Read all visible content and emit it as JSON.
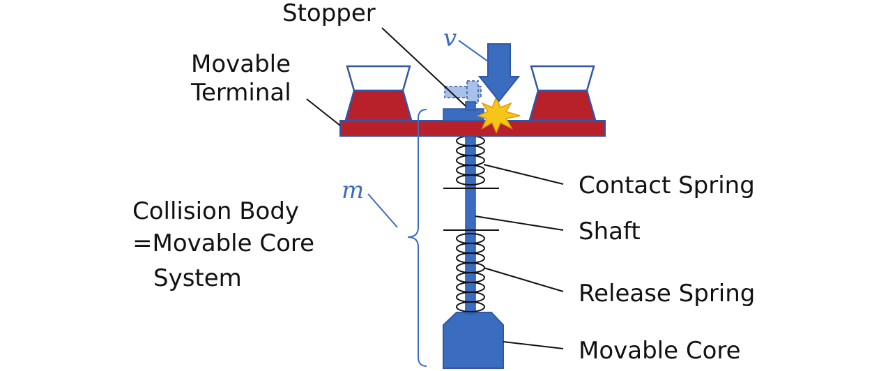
{
  "labels": {
    "stopper": "Stopper",
    "movable_terminal_line1": "Movable",
    "movable_terminal_line2": "Terminal",
    "velocity_symbol": "v",
    "mass_symbol": "m",
    "collision_line1": "Collision Body",
    "collision_line2": "=Movable Core",
    "collision_line3": "System",
    "contact_spring": "Contact Spring",
    "shaft": "Shaft",
    "release_spring": "Release Spring",
    "movable_core": "Movable Core"
  },
  "colors": {
    "part_blue": "#3a6cc0",
    "part_red": "#b8202a",
    "outline_blue": "#2f56a8",
    "spark": "#f5c518",
    "leader_line": "#111111"
  }
}
